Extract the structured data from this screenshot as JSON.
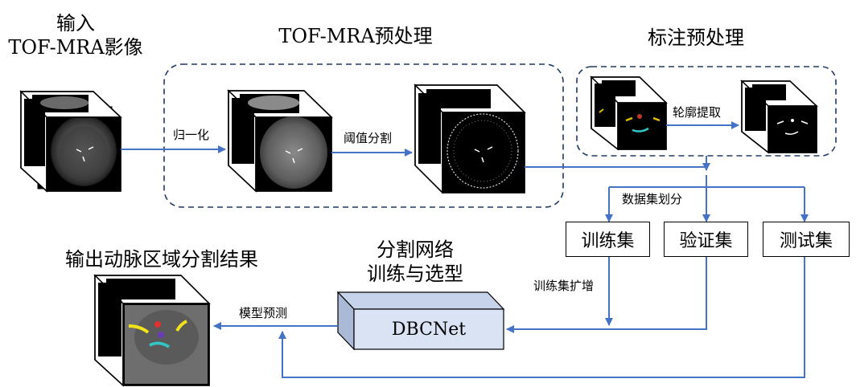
{
  "titles": {
    "input_line1": "输入",
    "input_line2": "TOF-MRA影像",
    "preprocess": "TOF-MRA预处理",
    "label_preprocess": "标注预处理",
    "output": "输出动脉区域分割结果",
    "train_line1": "分割网络",
    "train_line2": "训练与选型"
  },
  "edges": {
    "normalize": "归一化",
    "threshold": "阈值分割",
    "contour": "轮廓提取",
    "split": "数据集划分",
    "augment": "训练集扩增",
    "predict": "模型预测"
  },
  "boxes": {
    "train": "训练集",
    "val": "验证集",
    "test": "测试集",
    "net": "DBCNet"
  },
  "colors": {
    "arrow": "#4472c4",
    "dashed_border": "#1f3864",
    "net_fill": "#dae3f3"
  }
}
